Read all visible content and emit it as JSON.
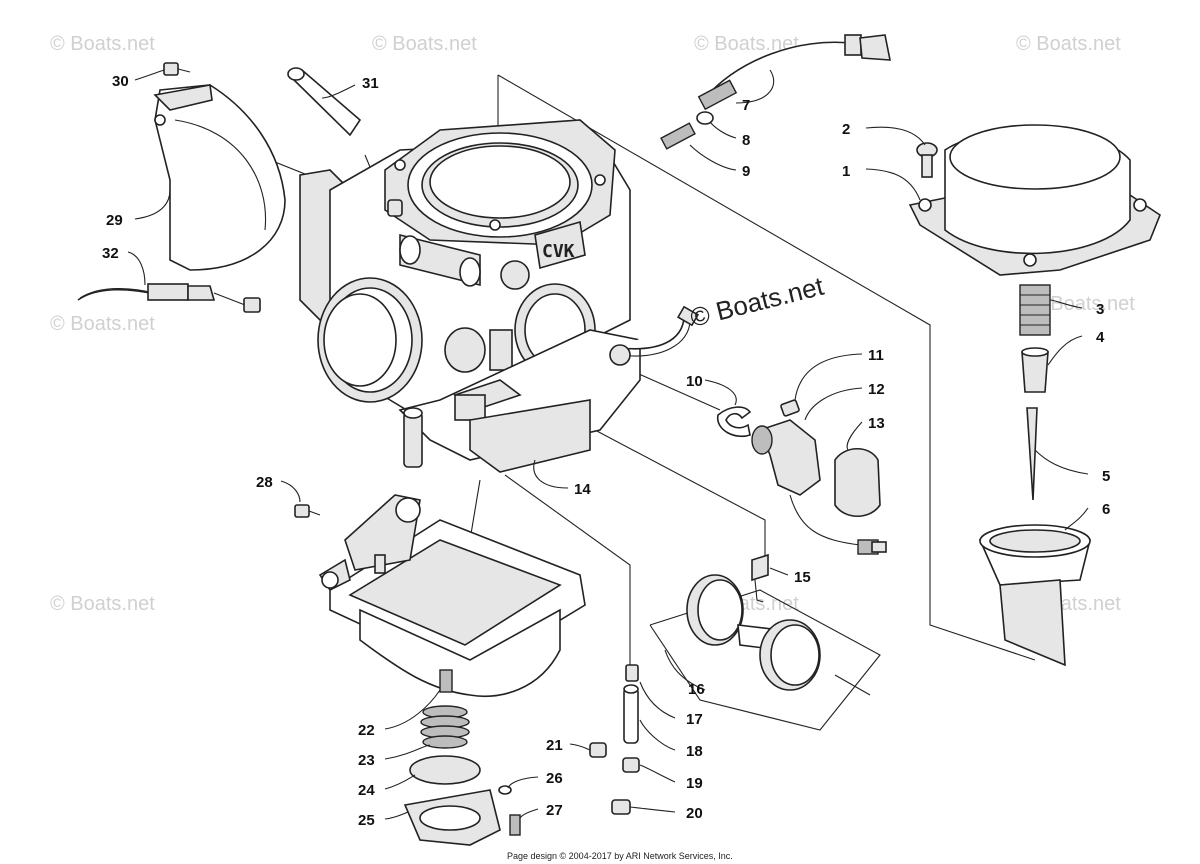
{
  "watermark": "© Boats.net",
  "watermark_main": "© Boats.net",
  "body_marking": "CVK",
  "footer": "Page design © 2004-2017 by ARI Network Services, Inc.",
  "callouts": [
    "1",
    "2",
    "3",
    "4",
    "5",
    "6",
    "7",
    "8",
    "9",
    "10",
    "11",
    "12",
    "13",
    "14",
    "15",
    "16",
    "17",
    "18",
    "19",
    "20",
    "21",
    "22",
    "23",
    "24",
    "25",
    "26",
    "27",
    "28",
    "29",
    "30",
    "31",
    "32"
  ]
}
